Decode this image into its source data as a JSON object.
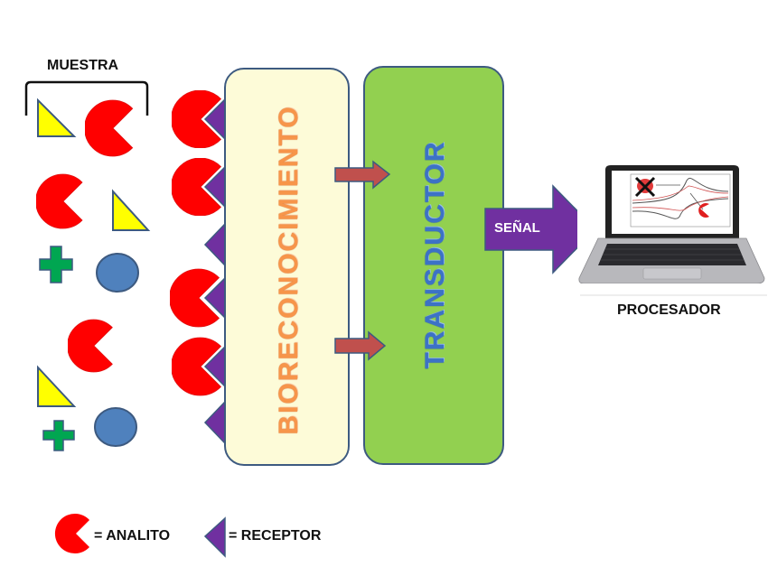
{
  "title": "Biosensor schematic",
  "sample": {
    "label": "MUESTRA",
    "items": [
      {
        "type": "triangle",
        "color": "#ffff00"
      },
      {
        "type": "analyte",
        "color": "#ff0000"
      },
      {
        "type": "analyte",
        "color": "#ff0000"
      },
      {
        "type": "triangle",
        "color": "#ffff00"
      },
      {
        "type": "cross",
        "color": "#00a651"
      },
      {
        "type": "circle",
        "color": "#4f81bd"
      },
      {
        "type": "analyte",
        "color": "#ff0000"
      },
      {
        "type": "triangle",
        "color": "#ffff00"
      },
      {
        "type": "cross",
        "color": "#00a651"
      },
      {
        "type": "circle",
        "color": "#4f81bd"
      }
    ]
  },
  "receptor_column": {
    "receptors": 6,
    "bound_analytes": 4,
    "pattern": [
      "bound",
      "bound",
      "free",
      "bound",
      "bound",
      "free"
    ]
  },
  "stages": {
    "biorecognition": {
      "label": "BIORECONOCIMIENTO",
      "fill": "#fdfbd8",
      "text_color": "#f7954a"
    },
    "transducer": {
      "label": "TRANSDUCTOR",
      "fill": "#92d050",
      "text_color": "#3c72c6"
    }
  },
  "arrows": {
    "between_stages_color": "#c0504d",
    "signal": {
      "label": "SEÑAL",
      "color": "#7030a0"
    }
  },
  "processor": {
    "label": "PROCESADOR",
    "icon": "laptop-icon",
    "screen_content": "cyclic-voltammogram"
  },
  "legend": {
    "analyte": {
      "symbol": "analyte-pacman-icon",
      "text": "= ANALITO",
      "color": "#ff0000"
    },
    "receptor": {
      "symbol": "receptor-triangle-icon",
      "text": "= RECEPTOR",
      "color": "#7030a0"
    }
  },
  "colors": {
    "analyte": "#ff0000",
    "receptor": "#7030a0",
    "outline": "#3d5a80"
  }
}
